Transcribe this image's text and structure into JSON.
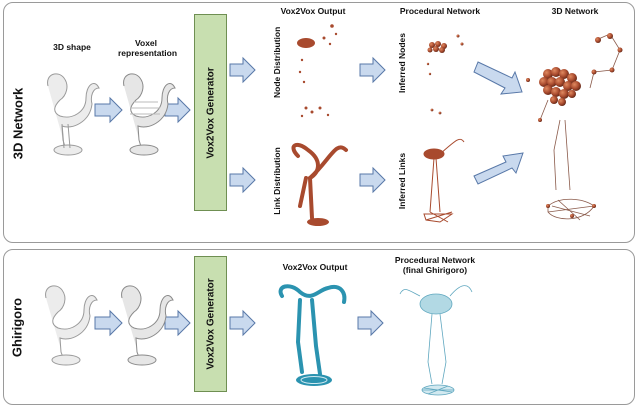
{
  "top_row": {
    "label": "3D Network",
    "captions": {
      "shape": "3D shape",
      "voxel": "Voxel representation",
      "output": "Vox2Vox Output",
      "procedural": "Procedural Network",
      "network": "3D Network"
    },
    "generator": "Vox2Vox Generator",
    "node_distribution": "Node Distribution",
    "link_distribution": "Link Distribution",
    "inferred_nodes": "Inferred Nodes",
    "inferred_links": "Inferred Links"
  },
  "bottom_row": {
    "label": "Ghirigoro",
    "generator": "Vox2Vox Generator",
    "captions": {
      "output": "Vox2Vox Output",
      "procedural_line1": "Procedural Network",
      "procedural_line2": "(final Ghirigoro)"
    }
  },
  "colors": {
    "generator_fill": "#c8dfb0",
    "arrow_fill": "#c9d9ee",
    "arrow_stroke": "#5878a8",
    "node_color": "#a84a2e",
    "ghirigoro_color": "#2b93b0"
  }
}
